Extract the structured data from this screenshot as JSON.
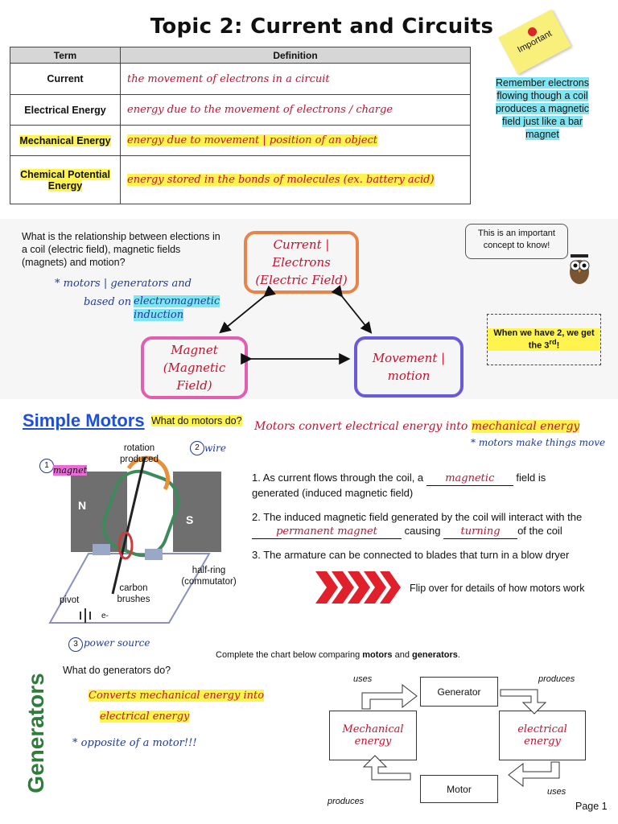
{
  "title": "Topic 2: Current and Circuits",
  "sticky": {
    "label": "Important"
  },
  "remember": "Remember electrons flowing though a coil produces a magnetic field just like a bar magnet",
  "table": {
    "headers": [
      "Term",
      "Definition"
    ],
    "rows": [
      {
        "term": "Current",
        "definition": "the movement of electrons in a circuit"
      },
      {
        "term": "Electrical Energy",
        "definition": "energy due to the movement of electrons / charge"
      },
      {
        "term": "Mechanical Energy",
        "definition": "energy due to movement | position of an object"
      },
      {
        "term": "Chemical Potential Energy",
        "definition": "energy stored in the bonds of molecules (ex. battery acid)"
      }
    ]
  },
  "relationship": {
    "question": "What is the relationship between elections in a coil (electric field), magnetic fields (magnets) and motion?",
    "note_a": "* motors | generators and",
    "note_b": "based on",
    "note_c": "electromagnetic induction",
    "bubble": "This is an important concept to know!",
    "dashed_a": "When we have 2, we get the 3",
    "dashed_sup": "rd",
    "dashed_end": "!",
    "node_current_a": "Current | Electrons",
    "node_current_b": "(Electric Field)",
    "node_magnet_a": "Magnet",
    "node_magnet_b": "(Magnetic Field)",
    "node_move_a": "Movement |",
    "node_move_b": "motion"
  },
  "motors": {
    "heading": "Simple Motors",
    "question": "What do motors do?",
    "answer_a": "Motors convert electrical energy into",
    "answer_b": "mechanical energy",
    "note": "* motors make things move",
    "diagram": {
      "label_1": "magnet",
      "label_2": "wire",
      "label_3": "power source",
      "rotation": "rotation produced",
      "N": "N",
      "S": "S",
      "half_ring": "half-ring (commutator)",
      "carbon": "carbon brushes",
      "pivot": "pivot",
      "e": "e-",
      "n1": "1",
      "n2": "2",
      "n3": "3"
    },
    "step1_a": "1. As current flows through the coil, a",
    "step1_fill": "magnetic",
    "step1_b": "field is generated (induced magnetic field)",
    "step2_a": "2. The induced magnetic field generated by the coil will interact with the",
    "step2_fill1": "permanent magnet",
    "step2_mid": "causing",
    "step2_fill2": "turning",
    "step2_b": "of the coil",
    "step3": "3. The armature can be connected to blades that turn in a blow dryer",
    "flip": "Flip over for details of how motors work"
  },
  "compare_prefix": "Complete the chart below comparing ",
  "compare_motors": "motors",
  "compare_and": " and ",
  "compare_generators": "generators",
  "compare_end": ".",
  "generators": {
    "heading": "Generators",
    "question": "What do generators do?",
    "answer_a": "Converts mechanical energy into",
    "answer_b": "electrical energy",
    "note": "* opposite of a motor!!!"
  },
  "flow": {
    "generator": "Generator",
    "motor": "Motor",
    "mech_a": "Mechanical",
    "mech_b": "energy",
    "elec_a": "electrical",
    "elec_b": "energy",
    "uses_top": "uses",
    "produces_top": "produces",
    "uses_bottom": "uses",
    "produces_bottom": "produces"
  },
  "page": "Page 1",
  "colors": {
    "orange": "#e8844a",
    "pink": "#e05fb0",
    "purple": "#6b5ad6",
    "red": "#c8102e",
    "blue": "#1f3a9b",
    "highlight": "#fff34d",
    "cyan": "#7ee6f2",
    "green": "#2e7d3a"
  }
}
